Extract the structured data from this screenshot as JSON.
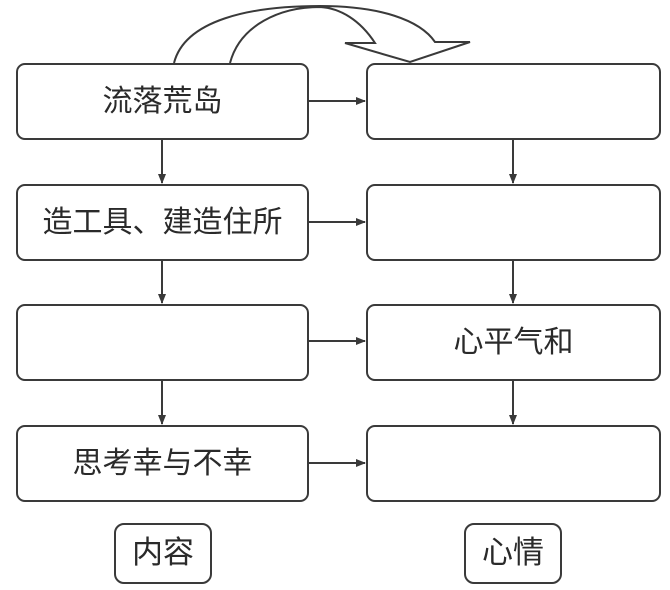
{
  "diagram": {
    "left_column": {
      "label": "内容",
      "cells": [
        {
          "text": "流落荒岛"
        },
        {
          "text": "造工具、建造住所"
        },
        {
          "text": ""
        },
        {
          "text": "思考幸与不幸"
        }
      ]
    },
    "right_column": {
      "label": "心情",
      "cells": [
        {
          "text": ""
        },
        {
          "text": ""
        },
        {
          "text": "心平气和"
        },
        {
          "text": ""
        }
      ]
    },
    "connections": {
      "horizontal": "each content cell points right to its mood cell",
      "vertical": "cells in each column point downward to the next",
      "curved": "curved block arrow from first content cell to first mood cell"
    },
    "colors": {
      "line": "#3a3a3a",
      "background": "#ffffff"
    }
  }
}
